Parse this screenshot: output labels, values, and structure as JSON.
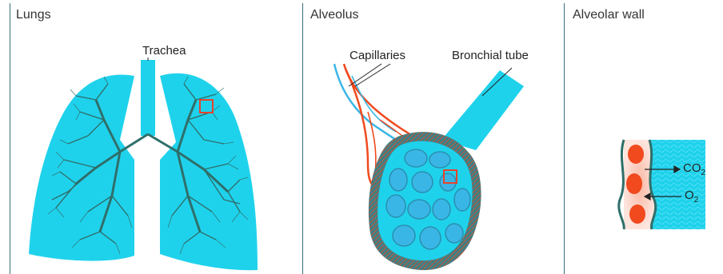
{
  "panels": {
    "lungs": {
      "title": "Lungs",
      "label_trachea": "Trachea"
    },
    "alveolus": {
      "title": "Alveolus",
      "label_capillaries": "Capillaries",
      "label_bronchial": "Bronchial tube"
    },
    "wall": {
      "title": "Alveolar wall",
      "co2": "CO",
      "co2_sub": "2",
      "o2": "O",
      "o2_sub": "2"
    }
  },
  "colors": {
    "lung_fill": "#1fd2ec",
    "bronchi": "#2f6f6a",
    "divider": "#3b6f7a",
    "capillary_red": "#f04a1e",
    "capillary_blue": "#3ab6e6",
    "highlight_box": "#e8432a"
  }
}
